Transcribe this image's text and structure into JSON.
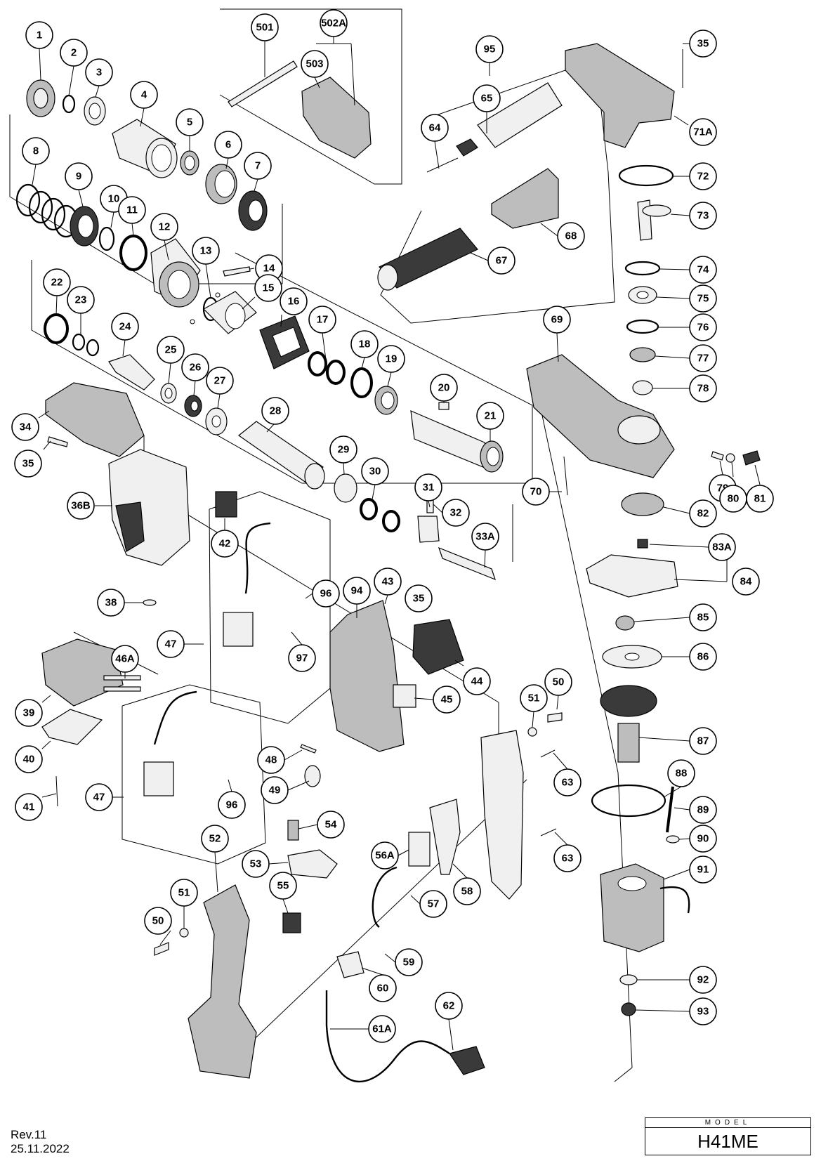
{
  "revision": "Rev.11",
  "date": "25.11.2022",
  "title_block": {
    "label": "MODEL",
    "model": "H41ME"
  },
  "parts": [
    "1",
    "2",
    "3",
    "4",
    "5",
    "6",
    "7",
    "8",
    "9",
    "10",
    "11",
    "12",
    "13",
    "14",
    "15",
    "16",
    "17",
    "18",
    "19",
    "20",
    "21",
    "22",
    "23",
    "24",
    "25",
    "26",
    "27",
    "28",
    "29",
    "30",
    "31",
    "32",
    "33A",
    "34",
    "35",
    "36B",
    "38",
    "39",
    "40",
    "41",
    "42",
    "43",
    "44",
    "45",
    "46A",
    "47",
    "48",
    "49",
    "50",
    "51",
    "52",
    "53",
    "54",
    "55",
    "56A",
    "57",
    "58",
    "59",
    "60",
    "61A",
    "62",
    "63",
    "64",
    "65",
    "67",
    "68",
    "69",
    "70",
    "71A",
    "72",
    "73",
    "74",
    "75",
    "76",
    "77",
    "78",
    "79",
    "80",
    "81",
    "82",
    "83A",
    "84",
    "85",
    "86",
    "87",
    "88",
    "89",
    "90",
    "91",
    "92",
    "93",
    "94",
    "95",
    "96",
    "97",
    "501",
    "502A",
    "503"
  ]
}
